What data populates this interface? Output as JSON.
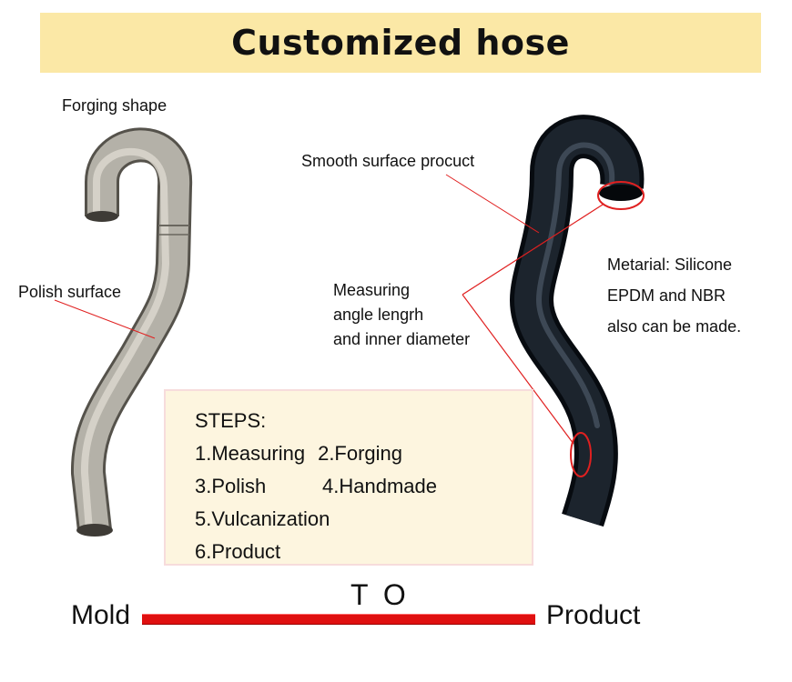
{
  "title": "Customized hose",
  "labels": {
    "forging_shape": "Forging shape",
    "polish_surface": "Polish surface",
    "smooth_surface": "Smooth surface procuct",
    "measuring": [
      "Measuring",
      "angle lengrh",
      "and inner diameter"
    ],
    "material": [
      "Metarial: Silicone",
      "EPDM and NBR",
      "also can be made."
    ]
  },
  "steps": {
    "title": "STEPS:",
    "rows": [
      [
        "1.Measuring",
        "2.Forging"
      ],
      [
        "3.Polish",
        "4.Handmade"
      ],
      [
        "5.Vulcanization",
        ""
      ],
      [
        "6.Product",
        ""
      ]
    ]
  },
  "footer": {
    "to": "T O",
    "mold": "Mold",
    "product": "Product"
  },
  "colors": {
    "banner": "#fbe8a6",
    "steps_box": "#fdf5df",
    "arrow_bar": "#e01010",
    "annotation": "#e02020"
  },
  "images": [
    "metal-mold-pipe",
    "black-rubber-hose"
  ]
}
